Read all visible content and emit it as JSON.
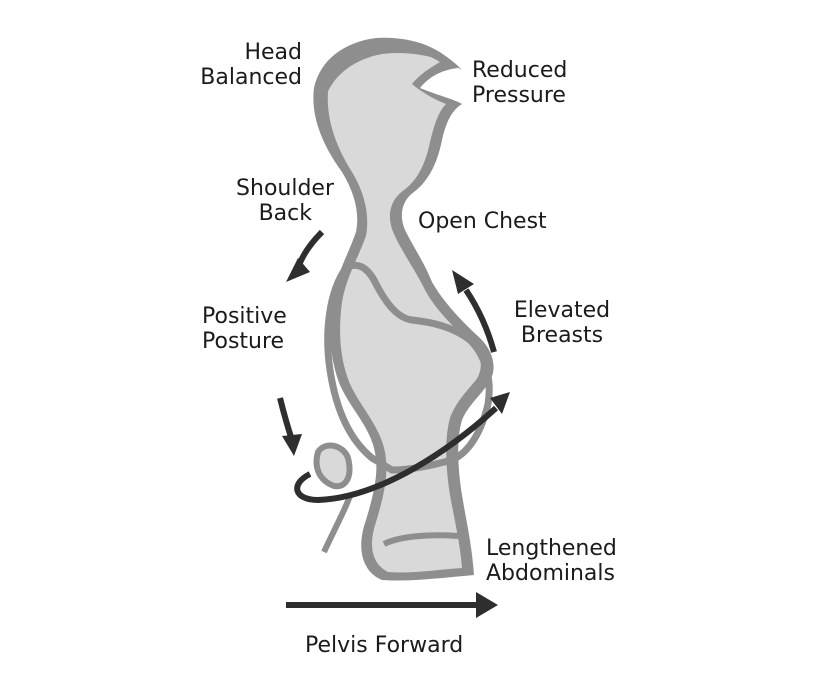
{
  "diagram": {
    "colors": {
      "body_fill": "#d9d9d9",
      "outline": "#8e8e8e",
      "arrow": "#2e2e2e",
      "background": "#ffffff"
    },
    "labels": {
      "head_balanced": {
        "line1": "Head",
        "line2": "Balanced"
      },
      "reduced_pressure": {
        "line1": "Reduced",
        "line2": "Pressure"
      },
      "shoulder_back": {
        "line1": "Shoulder",
        "line2": "Back"
      },
      "open_chest": "Open Chest",
      "positive_posture": {
        "line1": "Positive",
        "line2": "Posture"
      },
      "elevated_breasts": {
        "line1": "Elevated",
        "line2": "Breasts"
      },
      "lengthened_abdominals": {
        "line1": "Lengthened",
        "line2": "Abdominals"
      },
      "pelvis_forward": "Pelvis Forward"
    }
  }
}
